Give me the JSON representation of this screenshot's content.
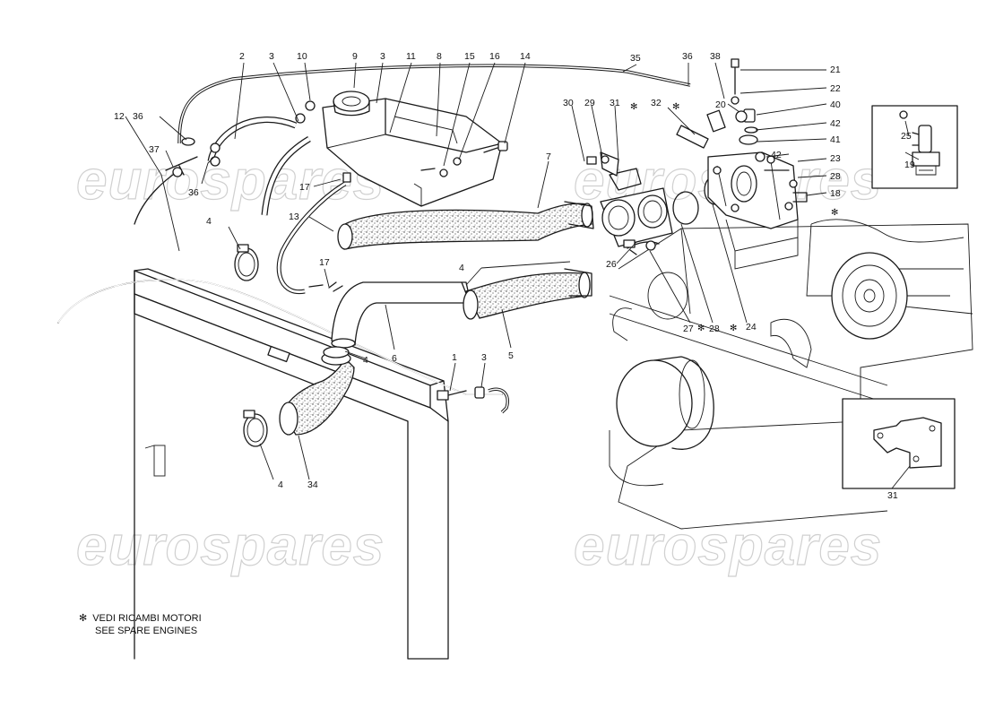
{
  "watermark": "eurospares",
  "footnote": {
    "symbol": "✻",
    "line1": "VEDI RICAMBI MOTORI",
    "line2": "SEE SPARE ENGINES"
  },
  "callouts": {
    "c2": "2",
    "c3a": "3",
    "c10": "10",
    "c9": "9",
    "c3b": "3",
    "c11": "11",
    "c8": "8",
    "c15": "15",
    "c16": "16",
    "c14": "14",
    "c35": "35",
    "c36a": "36",
    "c38": "38",
    "c21": "21",
    "c22": "22",
    "c20": "20",
    "c40": "40",
    "c42a": "42",
    "c41": "41",
    "c42b": "42",
    "c23": "23",
    "c28a": "28",
    "c18": "18",
    "c25": "25",
    "c19": "19",
    "c30": "30",
    "c29": "29",
    "c31a": "31",
    "c32": "32",
    "c12": "12",
    "c36b": "36",
    "c37": "37",
    "c36c": "36",
    "c17a": "17",
    "c13": "13",
    "c7": "7",
    "c4a": "4",
    "c17b": "17",
    "c4b": "4",
    "c26": "26",
    "c27": "27",
    "c28b": "28",
    "c24": "24",
    "c4c": "4",
    "c6": "6",
    "c5": "5",
    "c1": "1",
    "c3c": "3",
    "c4d": "4",
    "c34": "34",
    "c31b": "31"
  },
  "star_markers": [
    "✻",
    "✻",
    "✻",
    "✻",
    "✻"
  ]
}
